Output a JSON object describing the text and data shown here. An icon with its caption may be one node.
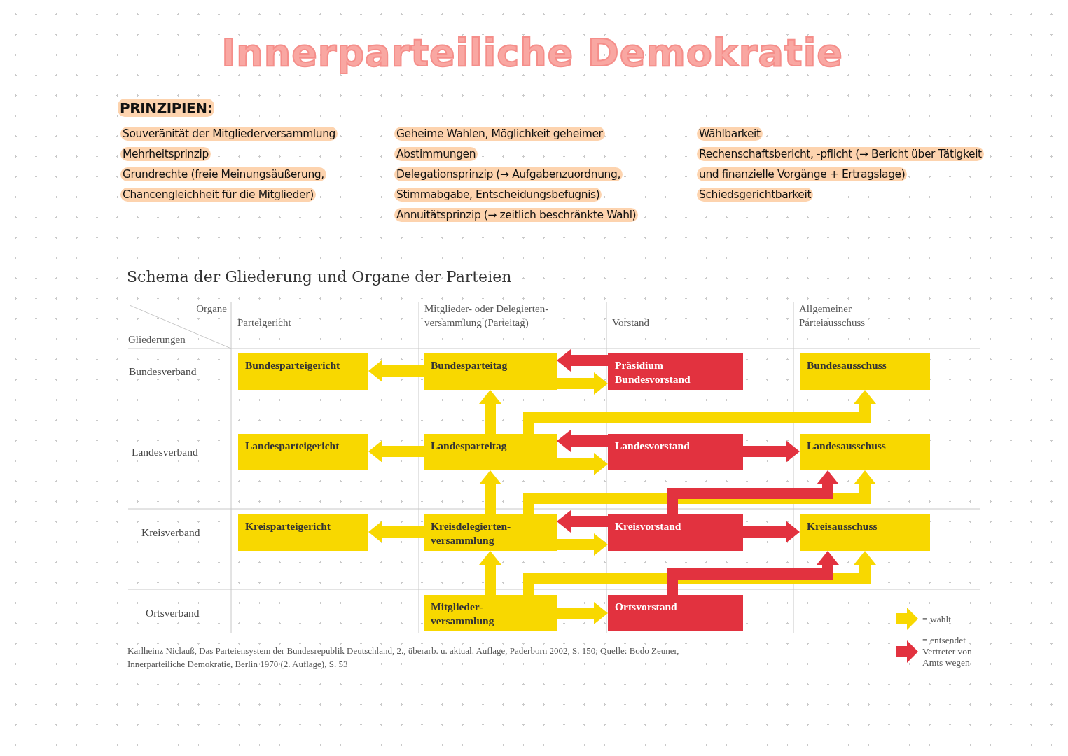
{
  "diagram": {
    "title": "Innerparteiliche Demokratie",
    "caption": "Karlheinz Niclauß, Das Parteiensystem der Bundesrepublik Deutschland, 2., überarb. u. aktual. Auflage, Paderborn 2002, S. 150; Quelle: Bodo Zeuner, Innerparteiliche Demokratie, Berlin 1970 (2. Auflage), S. 53",
    "nodes": [
      {
        "text": [
          "Bundesparteigericht"
        ]
      },
      {
        "text": [
          "Bundesparteitag"
        ]
      },
      {
        "text": [
          "Präsidium Bundesvorstand"
        ]
      },
      {
        "text": [
          "Bundesausschuss"
        ]
      },
      {
        "text": [
          "Landesparteigericht"
        ]
      },
      {
        "text": [
          "Landesparteitag"
        ]
      },
      {
        "text": [
          "Landesvorstand"
        ]
      },
      {
        "text": [
          "Landesausschuss"
        ]
      },
      {
        "text": [
          "Kreisparteigericht"
        ]
      },
      {
        "text": [
          "Kreisdelegierten- versammlung"
        ]
      },
      {
        "text": [
          "Kreisvorstand"
        ]
      },
      {
        "text": [
          "Kreisausschuss"
        ]
      },
      {
        "text": [
          "Mitglieder- versammlung"
        ]
      },
      {
        "text": [
          "Ortsvorstand"
        ]
      }
    ],
    "edges": [
      {
        "from": 1,
        "to": 0,
        "arrow": "to"
      },
      {
        "from": 2,
        "to": 1,
        "arrow": "to",
        "color": "#e2323f"
      },
      {
        "from": 1,
        "to": 2,
        "arrow": "to"
      },
      {
        "from": 5,
        "to": 1,
        "arrow": "to"
      },
      {
        "from": 5,
        "to": 3,
        "arrow": "to"
      },
      {
        "from": 5,
        "to": 4,
        "arrow": "to"
      },
      {
        "from": 6,
        "to": 5,
        "arrow": "to",
        "color": "#e2323f"
      },
      {
        "from": 5,
        "to": 6,
        "arrow": "to"
      },
      {
        "from": 6,
        "to": 7,
        "arrow": "to",
        "color": "#e2323f"
      },
      {
        "from": 9,
        "to": 5,
        "arrow": "to"
      },
      {
        "from": 9,
        "to": 7,
        "arrow": "to"
      },
      {
        "from": 10,
        "to": 7,
        "arrow": "to",
        "color": "#e2323f"
      },
      {
        "from": 9,
        "to": 8,
        "arrow": "to"
      },
      {
        "from": 10,
        "to": 9,
        "arrow": "to",
        "color": "#e2323f"
      },
      {
        "from": 9,
        "to": 10,
        "arrow": "to"
      },
      {
        "from": 10,
        "to": 11,
        "arrow": "to",
        "color": "#e2323f"
      },
      {
        "from": 12,
        "to": 9,
        "arrow": "to"
      },
      {
        "from": 12,
        "to": 11,
        "arrow": "to"
      },
      {
        "from": 13,
        "to": 11,
        "arrow": "to",
        "color": "#e2323f"
      },
      {
        "from": 12,
        "to": 13,
        "arrow": "to"
      }
    ],
    "labels": [
      "PRINZIPIEN:",
      "Souveränität der Mitgliederversammlung",
      "Mehrheitsprinzip",
      "Grundrechte (freie Meinungsäußerung, Chancengleichheit für die Mitglieder)",
      "Geheime Wahlen, Möglichkeit geheimer Abstimmungen",
      "Delegationsprinzip (→ Aufgabenzuordnung, Stimmabgabe, Entscheidungsbefugnis)",
      "Annuitätsprinzip (→ zeitlich beschränkte Wahl)",
      "Wählbarkeit",
      "Rechenschaftsbericht, -pflicht (→ Bericht über Tätigkeit und finanzielle Vorgänge + Ertragslage)",
      "Schiedsgerichtbarkeit",
      "Schema der Gliederung und Organe der Parteien",
      "Organe",
      "Gliederungen",
      "Parteigericht",
      "Mitglieder- oder Delegierten- versammlung (Parteitag)",
      "Vorstand",
      "Allgemeiner Parteiausschuss",
      "Bundesverband",
      "Landesverband",
      "Kreisverband",
      "Ortsverband"
    ],
    "legend": [
      {
        "text": "= wählt"
      },
      {
        "text": "= entsendet Vertreter von Amts wegen"
      }
    ]
  }
}
